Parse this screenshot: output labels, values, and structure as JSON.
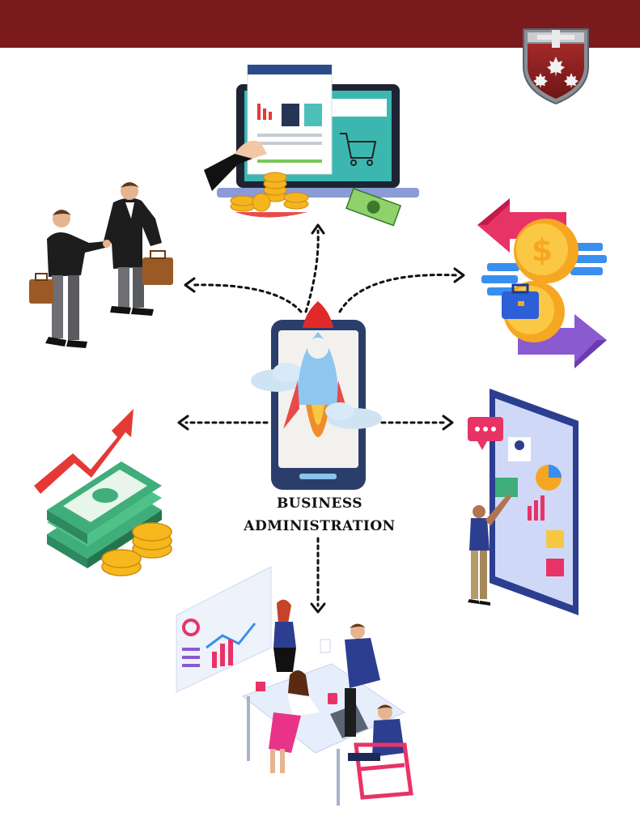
{
  "header": {
    "bar_color": "#7a1a1c",
    "crest_icon": "maple-leaf-shield-icon"
  },
  "center": {
    "icon": "rocket-launch-phone-icon",
    "title_line1": "BUSINESS",
    "title_line2": "ADMINISTRATION"
  },
  "illustrations": [
    "ecommerce-laptop-icon",
    "handshake-businessmen-icon",
    "currency-exchange-icon",
    "money-growth-icon",
    "mobile-analytics-app-icon",
    "team-meeting-icon"
  ],
  "connectors": "dotted-arrow"
}
